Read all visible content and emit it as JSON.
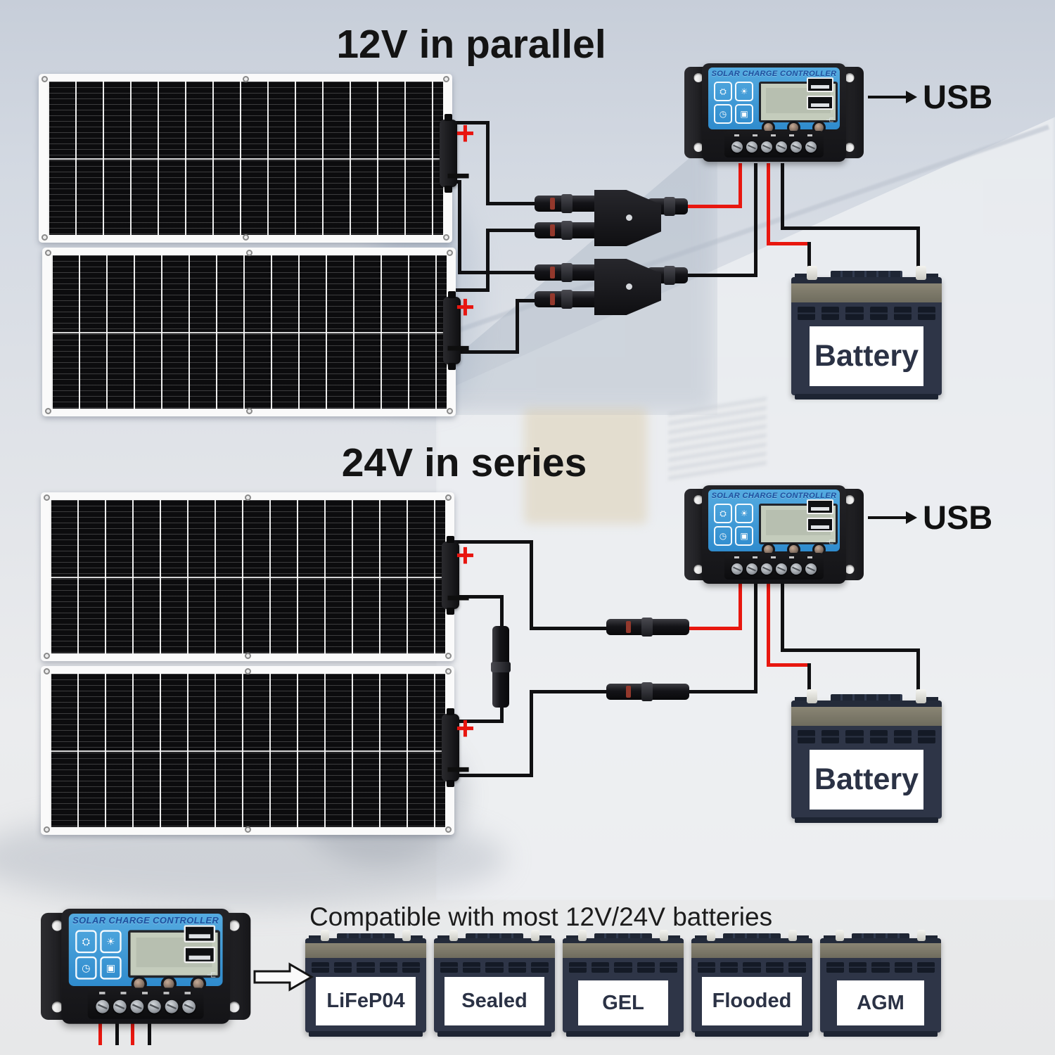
{
  "sections": {
    "parallel": {
      "title": "12V in parallel"
    },
    "series": {
      "title": "24V in series"
    },
    "compat": {
      "caption": "Compatible with most 12V/24V batteries",
      "types": [
        "LiFeP04",
        "Sealed",
        "GEL",
        "Flooded",
        "AGM"
      ]
    }
  },
  "labels": {
    "plus": "+",
    "minus": "−",
    "usb": "USB",
    "battery": "Battery"
  },
  "controller": {
    "title": "SOLAR CHARGE CONTROLLER"
  },
  "colors": {
    "wire_black": "#101012",
    "wire_red": "#e8170f",
    "controller_face": "#3b97d8",
    "controller_title": "#1d4f9e",
    "battery_body": "#2e3547",
    "battery_band": "#7e7a6b",
    "battery_label_text": "#2b3245",
    "plus_red": "#e8150f",
    "background": "#d8dde4"
  }
}
